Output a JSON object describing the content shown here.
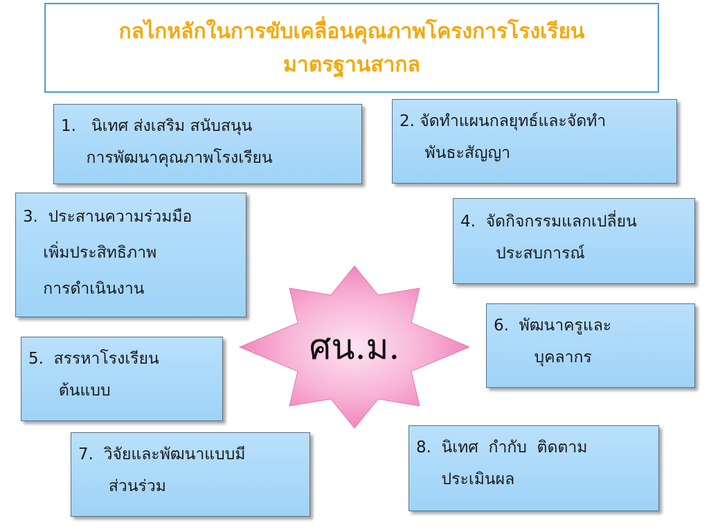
{
  "title": {
    "line1": "กลไกหลักในการขับเคลื่อนคุณภาพโครงการโรงเรียน",
    "line2": "มาตรฐานสากล"
  },
  "center": {
    "label": "ศน.ม."
  },
  "items": [
    {
      "line1": "1.   นิเทศ ส่งเสริม สนับสนุน",
      "line2": "     การพัฒนาคุณภาพโรงเรียน"
    },
    {
      "line1": "2. จัดทำแผนกลยุทธ์และจัดทำ",
      "line2": "     พันธะสัญญา"
    },
    {
      "line1": "3.  ประสานความร่วมมือ",
      "line2": "    เพิ่มประสิทธิภาพ",
      "line3": "    การดำเนินงาน"
    },
    {
      "line1": "4.  จัดกิจกรรมแลกเปลี่ยน",
      "line2": "       ประสบการณ์"
    },
    {
      "line1": "5.  สรรหาโรงเรียน",
      "line2": "      ต้นแบบ"
    },
    {
      "line1": "6.  พัฒนาครูและ",
      "line2": "        บุคลากร"
    },
    {
      "line1": "7.  วิจัยและพัฒนาแบบมี",
      "line2": "      ส่วนร่วม"
    },
    {
      "line1": "8.  นิเทศ  กำกับ  ติดตาม",
      "line2": "     ประเมินผล"
    }
  ],
  "colors": {
    "title_text": "#f2a90c",
    "title_border": "#5b9bd5",
    "box_fill": "#a8d8f8",
    "star_center": "#fde4f0",
    "star_edge": "#f27bb8"
  }
}
